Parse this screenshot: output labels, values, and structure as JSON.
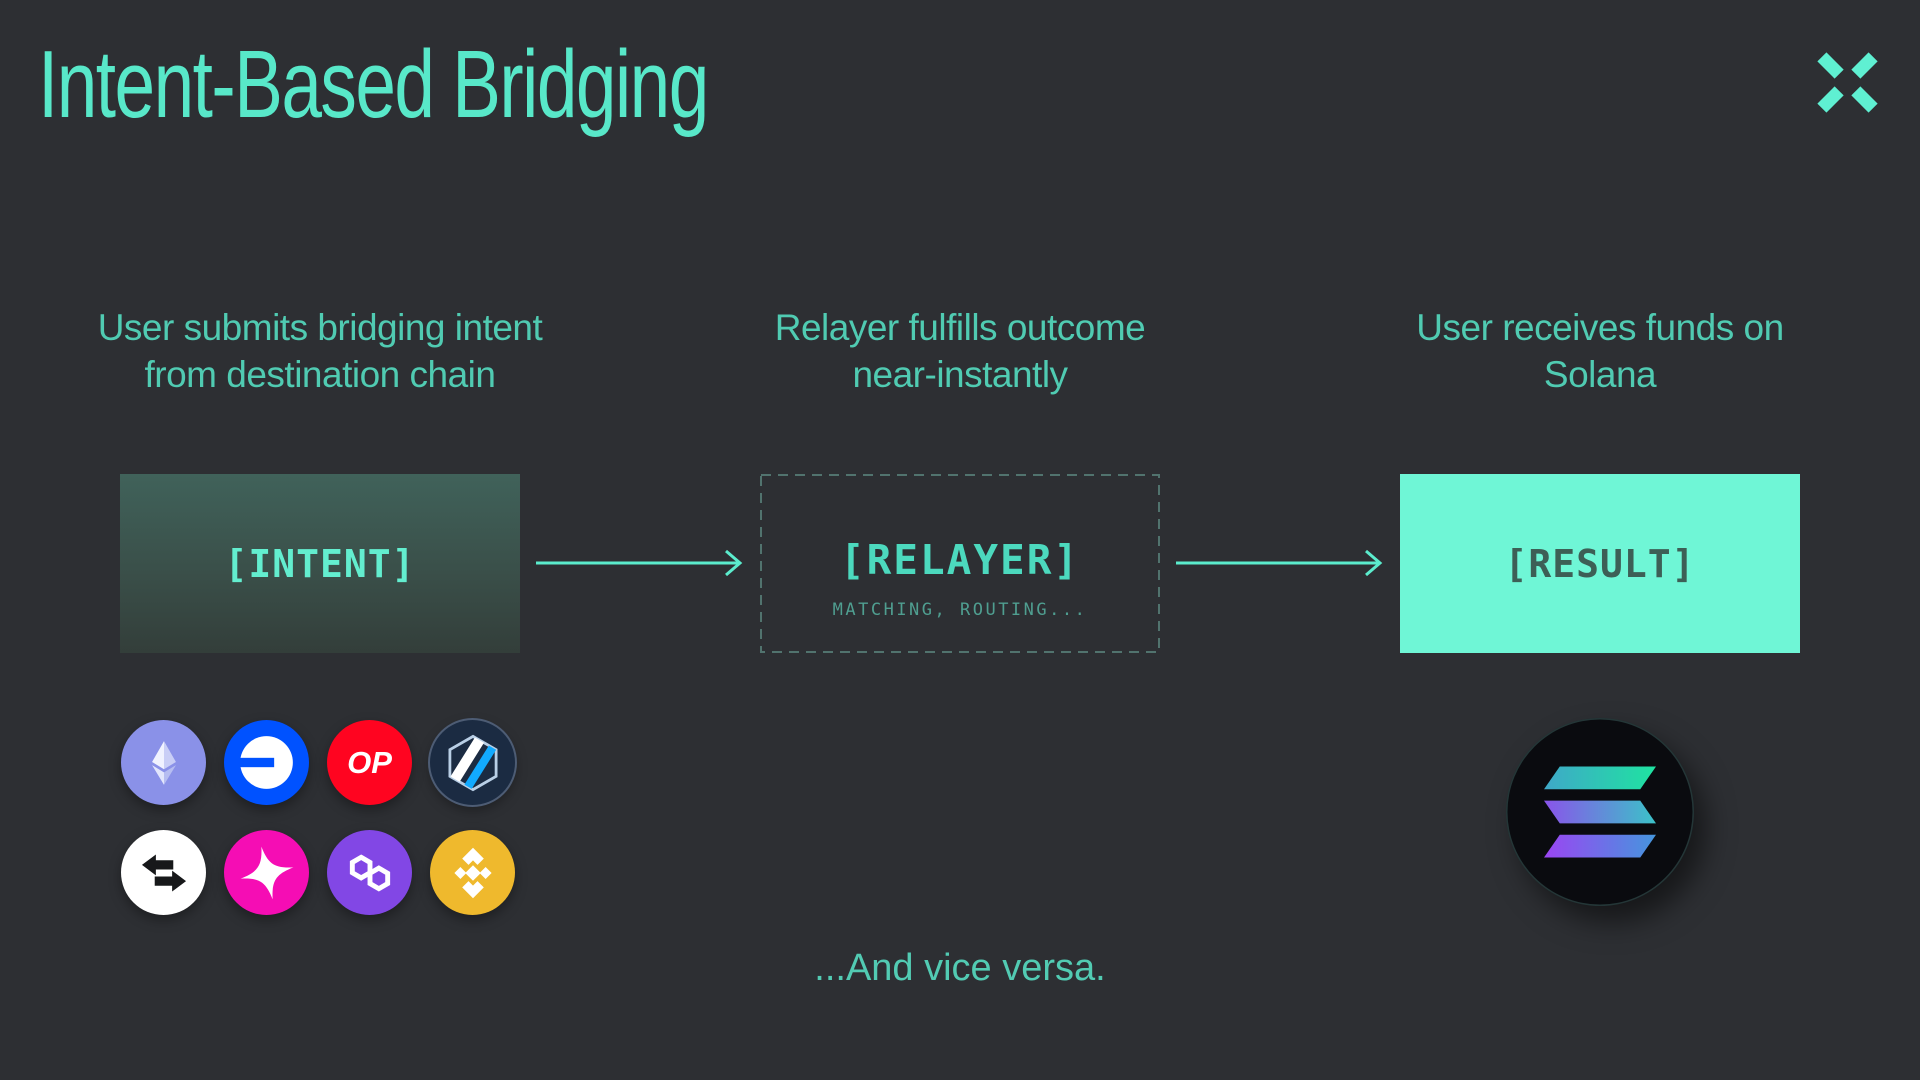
{
  "slide": {
    "title": "Intent-Based Bridging",
    "footer": "...And vice versa.",
    "background_color": "#2d2f33",
    "accent_color": "#58e8c9"
  },
  "brand_logo": {
    "icon": "debridge-x-mark-icon",
    "color": "#5ff0d2"
  },
  "columns": [
    {
      "heading_lines": [
        "User submits bridging intent",
        "from destination chain"
      ],
      "box": {
        "label": "[INTENT]",
        "style": "gradient-filled",
        "label_color": "#63eecf",
        "bg_gradient": [
          "#40625a",
          "#333e3a"
        ]
      }
    },
    {
      "heading_lines": [
        "Relayer fulfills outcome",
        "near-instantly"
      ],
      "box": {
        "label": "[RELAYER]",
        "sublabel": "MATCHING, ROUTING...",
        "style": "dashed-outline",
        "label_color": "#4cd9be",
        "border_color": "#51736e"
      }
    },
    {
      "heading_lines": [
        "User receives funds on",
        "Solana"
      ],
      "box": {
        "label": "[RESULT]",
        "style": "solid-filled",
        "label_color": "#3d5f56",
        "bg_color": "#6ff6d6"
      }
    }
  ],
  "source_chains": [
    {
      "name": "ethereum",
      "color": "#8a91e8"
    },
    {
      "name": "base",
      "color": "#0052ff"
    },
    {
      "name": "optimism",
      "color": "#ff0420",
      "label": "OP"
    },
    {
      "name": "arbitrum",
      "color": "#1b2b42"
    },
    {
      "name": "bridge-arrows",
      "color": "#ffffff"
    },
    {
      "name": "unichain",
      "color": "#f50db4"
    },
    {
      "name": "polygon",
      "color": "#8247e5"
    },
    {
      "name": "bnb-chain",
      "color": "#efb92d"
    }
  ],
  "destination_chain": {
    "name": "solana",
    "coin_color": "#0a0b0f",
    "gradient": [
      "#9945ff",
      "#14f195"
    ]
  },
  "arrow_color": "#5beccd"
}
